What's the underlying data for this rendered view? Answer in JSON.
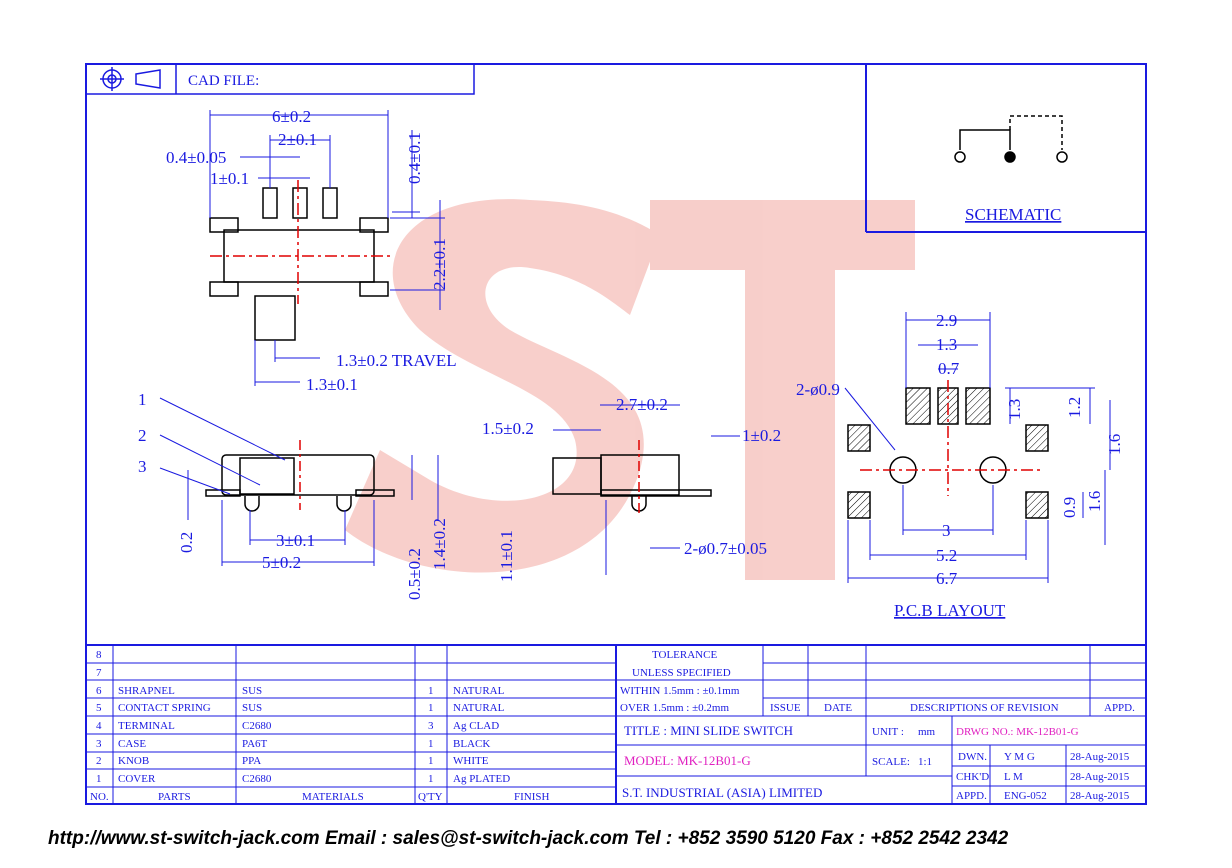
{
  "header": {
    "cad_file_label": "CAD FILE:"
  },
  "watermark": {
    "letters": "ST"
  },
  "dimensions": {
    "d1": "6±0.2",
    "d2": "2±0.1",
    "d3": "0.4±0.05",
    "d4": "1±0.1",
    "d5": "0.4±0.1",
    "d6": "2.2±0.1",
    "d7": "1.3±0.2 TRAVEL",
    "d8": "1.3±0.1",
    "d9": "0.2",
    "d10": "3±0.1",
    "d11": "5±0.2",
    "d12": "0.5±0.2",
    "d13": "1.4±0.2",
    "d14": "2.7±0.2",
    "d15": "1.5±0.2",
    "d16": "1±0.2",
    "d17": "1.1±0.1",
    "d18": "2-ø0.7±0.05",
    "p1": "2.9",
    "p2": "1.3",
    "p3": "0.7",
    "p4": "2-ø0.9",
    "p5": "1.3",
    "p6": "1.2",
    "p7": "1.6",
    "p8": "0.9",
    "p9": "1.6",
    "p10": "3",
    "p11": "5.2",
    "p12": "6.7"
  },
  "callouts": [
    "1",
    "2",
    "3"
  ],
  "schematic_label": "SCHEMATIC",
  "pcb_label": "P.C.B LAYOUT",
  "bom": {
    "rows": [
      {
        "no": "8",
        "part": "",
        "material": "",
        "qty": "",
        "finish": ""
      },
      {
        "no": "7",
        "part": "",
        "material": "",
        "qty": "",
        "finish": ""
      },
      {
        "no": "6",
        "part": "SHRAPNEL",
        "material": "SUS",
        "qty": "1",
        "finish": "NATURAL"
      },
      {
        "no": "5",
        "part": "CONTACT SPRING",
        "material": "SUS",
        "qty": "1",
        "finish": "NATURAL"
      },
      {
        "no": "4",
        "part": "TERMINAL",
        "material": "C2680",
        "qty": "3",
        "finish": "Ag CLAD"
      },
      {
        "no": "3",
        "part": "CASE",
        "material": "PA6T",
        "qty": "1",
        "finish": "BLACK"
      },
      {
        "no": "2",
        "part": "KNOB",
        "material": "PPA",
        "qty": "1",
        "finish": "WHITE"
      },
      {
        "no": "1",
        "part": "COVER",
        "material": "C2680",
        "qty": "1",
        "finish": "Ag PLATED"
      }
    ],
    "headers": {
      "no": "NO.",
      "part": "PARTS",
      "material": "MATERIALS",
      "qty": "Q'TY",
      "finish": "FINISH"
    }
  },
  "tolerance": {
    "line1": "TOLERANCE",
    "line2": "UNLESS SPECIFIED",
    "line3": "WITHIN 1.5mm : ±0.1mm",
    "line4": "OVER 1.5mm : ±0.2mm"
  },
  "revision": {
    "issue": "ISSUE",
    "date": "DATE",
    "desc": "DESCRIPTIONS OF REVISION",
    "appd": "APPD."
  },
  "title_block": {
    "title": "TITLE : MINI SLIDE SWITCH",
    "unit_label": "UNIT :",
    "unit": "mm",
    "drwg": "DRWG NO.: MK-12B01-G",
    "model": "MODEL: MK-12B01-G",
    "scale_label": "SCALE:",
    "scale": "1:1",
    "company": "S.T. INDUSTRIAL (ASIA) LIMITED",
    "dwn_label": "DWN.",
    "dwn": "Y M G",
    "dwn_date": "28-Aug-2015",
    "chk_label": "CHK'D",
    "chk": "L M",
    "chk_date": "28-Aug-2015",
    "appd_label": "APPD.",
    "appd": "ENG-052",
    "appd_date": "28-Aug-2015"
  },
  "footer": "http://www.st-switch-jack.com  Email : sales@st-switch-jack.com  Tel : +852 3590 5120  Fax : +852 2542 2342",
  "colors": {
    "line": "#1a1ae0",
    "center": "#e00000",
    "watermark": "#f2a7a0",
    "magenta": "#e020c0"
  }
}
